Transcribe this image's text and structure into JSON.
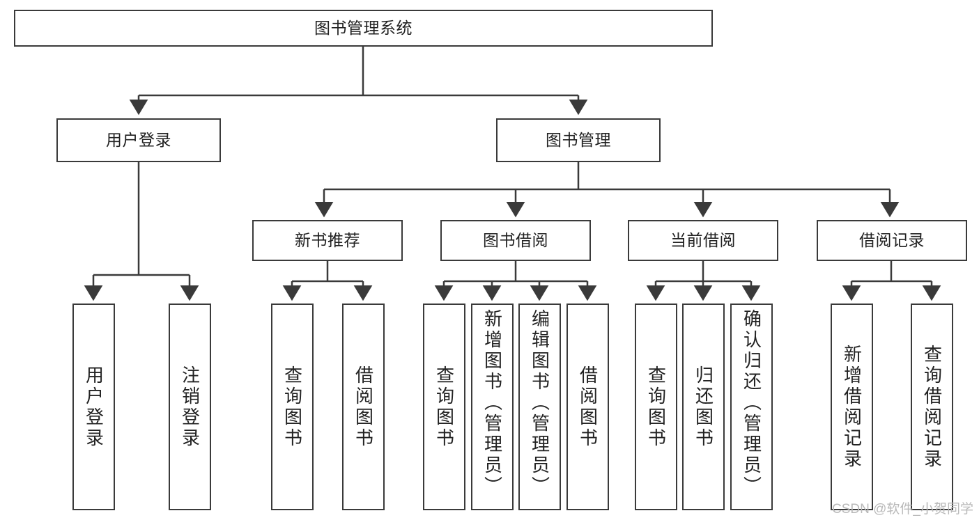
{
  "diagram": {
    "title": "图书管理系统",
    "type": "hierarchy-tree",
    "levels": 4,
    "colors": {
      "stroke": "#3a3a3a",
      "fill": "#ffffff",
      "text": "#222222",
      "watermark": "#b9b9b9"
    },
    "nodes": {
      "root": {
        "label": "图书管理系统"
      },
      "level2": [
        {
          "id": "user-login",
          "label": "用户登录"
        },
        {
          "id": "book-manage",
          "label": "图书管理"
        }
      ],
      "level3": [
        {
          "id": "new-book-recommend",
          "label": "新书推荐"
        },
        {
          "id": "book-borrow",
          "label": "图书借阅"
        },
        {
          "id": "current-borrow",
          "label": "当前借阅"
        },
        {
          "id": "borrow-record",
          "label": "借阅记录"
        }
      ],
      "leaves": {
        "user-login": [
          {
            "id": "leaf-user-login",
            "label": "用户登录"
          },
          {
            "id": "leaf-logout",
            "label": "注销登录"
          }
        ],
        "new-book-recommend": [
          {
            "id": "leaf-query-book-1",
            "label": "查询图书"
          },
          {
            "id": "leaf-borrow-book-1",
            "label": "借阅图书"
          }
        ],
        "book-borrow": [
          {
            "id": "leaf-query-book-2",
            "label": "查询图书"
          },
          {
            "id": "leaf-add-book",
            "label": "新增图书（管理员）"
          },
          {
            "id": "leaf-edit-book",
            "label": "编辑图书（管理员）"
          },
          {
            "id": "leaf-borrow-book-2",
            "label": "借阅图书"
          }
        ],
        "current-borrow": [
          {
            "id": "leaf-query-book-3",
            "label": "查询图书"
          },
          {
            "id": "leaf-return-book",
            "label": "归还图书"
          },
          {
            "id": "leaf-confirm-return",
            "label": "确认归还（管理员）"
          }
        ],
        "borrow-record": [
          {
            "id": "leaf-add-record",
            "label": "新增借阅记录"
          },
          {
            "id": "leaf-query-record",
            "label": "查询借阅记录"
          }
        ]
      }
    }
  },
  "watermark": {
    "text": "CSDN @软件_小贺同学"
  }
}
